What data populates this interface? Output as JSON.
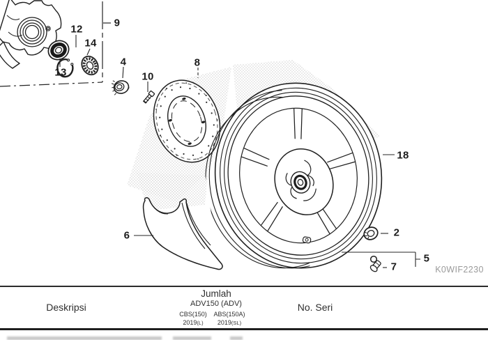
{
  "diagram": {
    "code": "K0WIF2230",
    "ink_color": "#1f1f1f",
    "watermark_dot_color": "#a8a8a8",
    "callouts": {
      "c2": {
        "label": "2"
      },
      "c4": {
        "label": "4"
      },
      "c5": {
        "label": "5"
      },
      "c6": {
        "label": "6"
      },
      "c7": {
        "label": "7"
      },
      "c8": {
        "label": "8"
      },
      "c9": {
        "label": "9"
      },
      "c10": {
        "label": "10"
      },
      "c12": {
        "label": "12"
      },
      "c13": {
        "label": "13"
      },
      "c14": {
        "label": "14"
      },
      "c18": {
        "label": "18"
      }
    }
  },
  "table": {
    "col_deskripsi": "Deskripsi",
    "col_jumlah": {
      "title": "Jumlah",
      "model": "ADV150 (ADV)",
      "variant_left": "CBS(150)",
      "variant_right": "ABS(150A)",
      "year_left": {
        "year": "2019",
        "code": "(L)"
      },
      "year_right": {
        "year": "2019",
        "code": "(SL)"
      }
    },
    "col_no_seri": "No. Seri"
  }
}
